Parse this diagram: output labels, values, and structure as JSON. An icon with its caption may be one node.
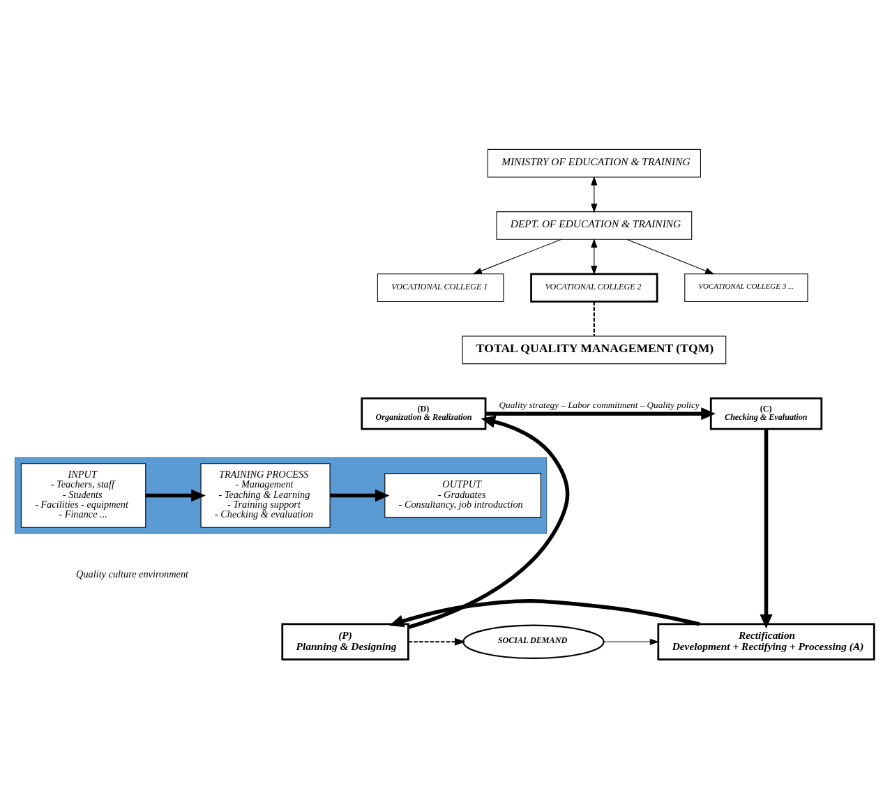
{
  "diagram": {
    "nodes": [
      {
        "text": [
          "MINISTRY OF EDUCATION & TRAINING"
        ]
      },
      {
        "text": [
          "DEPT. OF EDUCATION & TRAINING"
        ]
      },
      {
        "text": [
          "VOCATIONAL COLLEGE 1"
        ]
      },
      {
        "text": [
          "VOCATIONAL COLLEGE 2"
        ]
      },
      {
        "text": [
          "VOCATIONAL COLLEGE 3 ..."
        ]
      },
      {
        "text": [
          "TOTAL QUALITY MANAGEMENT (TQM)"
        ]
      },
      {
        "text": [
          "(D)",
          "Organization & Realization"
        ]
      },
      {
        "text": [
          "(C)",
          "Checking & Evaluation"
        ]
      },
      {
        "text": [],
        "shape": "arrow"
      },
      {
        "text": [
          "INPUT",
          "- Teachers, staff",
          "- Students",
          "- Facilities - equipment",
          "- Finance ..."
        ],
        "in": 8
      },
      {
        "text": [
          "TRAINING PROCESS",
          "- Management",
          "- Teaching & Learning",
          "- Training support",
          "- Checking & evaluation"
        ],
        "in": 8
      },
      {
        "text": [
          "OUTPUT",
          "- Graduates",
          "- Consultancy, job introduction"
        ],
        "in": 8
      },
      {
        "text": [
          "SOCIAL DEMAND"
        ]
      },
      {
        "text": [
          "Rectification",
          "Development + Rectifying + Processing (A)"
        ]
      },
      {
        "text": [
          "(P)",
          "Planning & Designing"
        ]
      }
    ],
    "edges": [
      {
        "from": 0,
        "to": 1,
        "arrow": "both"
      },
      {
        "from": 1,
        "to": 2,
        "arrow": "to"
      },
      {
        "from": 1,
        "to": 3,
        "arrow": "both"
      },
      {
        "from": 1,
        "to": 4,
        "arrow": "to"
      },
      {
        "from": 3,
        "to": 5,
        "arrow": "none",
        "style": "dashed"
      },
      {
        "from": 6,
        "to": 7,
        "arrow": "to",
        "label": "Quality strategy – Labor commitment – Quality policy",
        "style": "thick"
      },
      {
        "from": 7,
        "to": 13,
        "arrow": "to",
        "style": "thick"
      },
      {
        "from": 13,
        "to": 14,
        "arrow": "to",
        "style": "thick"
      },
      {
        "from": 14,
        "to": 6,
        "arrow": "to",
        "style": "thick"
      },
      {
        "from": 9,
        "to": 10,
        "arrow": "to",
        "style": "thick"
      },
      {
        "from": 10,
        "to": 11,
        "arrow": "to",
        "style": "thick"
      },
      {
        "from": 12,
        "to": 13,
        "arrow": "to"
      },
      {
        "from": 14,
        "to": 12,
        "arrow": "to",
        "style": "dashed"
      }
    ],
    "labels": [
      "Quality culture environment"
    ]
  }
}
